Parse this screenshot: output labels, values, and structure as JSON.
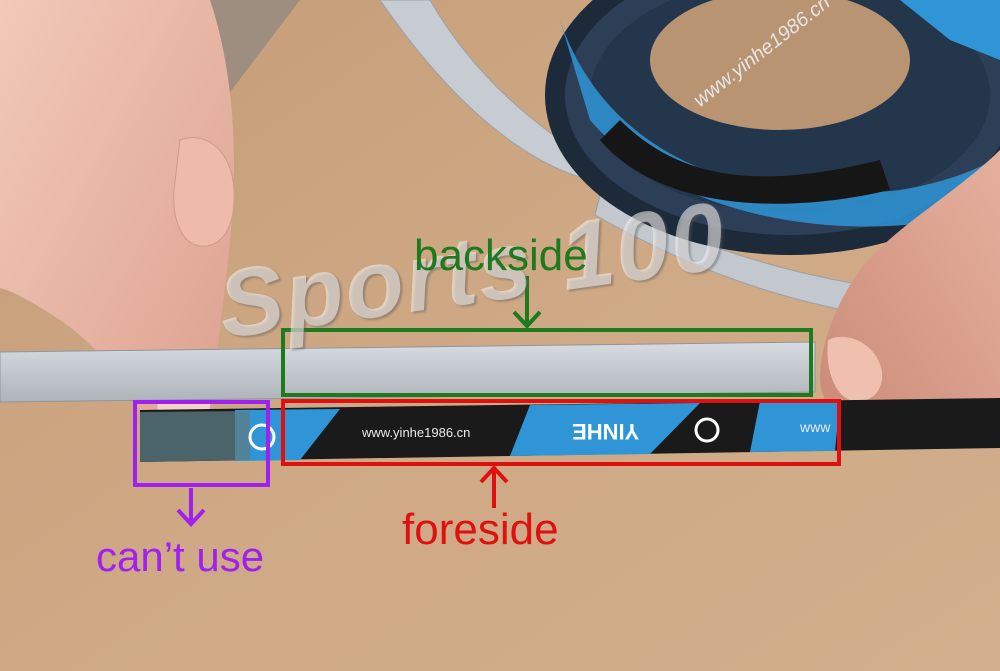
{
  "labels": {
    "backside": "backside",
    "foreside": "foreside",
    "cant_use": "can’t use"
  },
  "watermark": "Sports 100",
  "strip_text": {
    "url": "www.yinhe1986.cn",
    "brand": "YINHE",
    "url_partial": "www"
  },
  "roll_text": "www.yinhe1986.cn",
  "colors": {
    "backside": "#1e7a1e",
    "foreside": "#e01010",
    "cant_use": "#a020f0",
    "tape_blue": "#2f95d6",
    "tape_black": "#1a1a1a",
    "tape_back": "#c8ccd2"
  }
}
